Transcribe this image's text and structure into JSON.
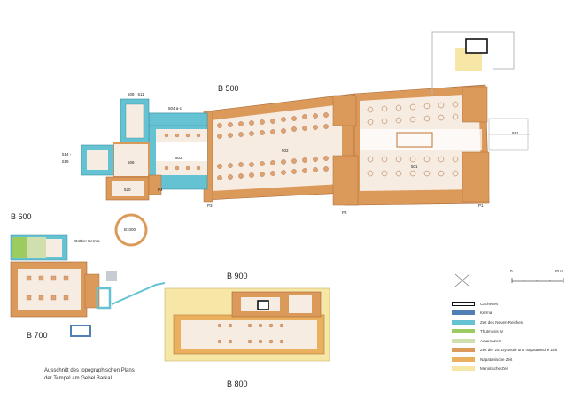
{
  "labels": {
    "b500": "B 500",
    "b600": "B 600",
    "b700": "B 700",
    "b800": "B 800",
    "b900": "B 900",
    "b1000": "B1000",
    "graeber": "Gräber Kerma",
    "r508": "508 - 511",
    "r504": "504 a-c",
    "r514": "514 -",
    "r519": "519",
    "r506": "506",
    "r503": "503",
    "r520": "520",
    "r502": "502",
    "r501": "501",
    "r551": "551",
    "p4": "P4",
    "p3": "P3",
    "p2": "P2",
    "p1": "P1"
  },
  "scale": {
    "zero": "0",
    "max": "20 m"
  },
  "legend": [
    {
      "label": "Cachettes",
      "color": "#ffffff",
      "border": "#111111"
    },
    {
      "label": "Kerma",
      "color": "#4f7fb5",
      "border": ""
    },
    {
      "label": "Zeit des Neuen Reiches",
      "color": "#64c2d2",
      "border": ""
    },
    {
      "label": "Thutmosis IV",
      "color": "#9ccb62",
      "border": ""
    },
    {
      "label": "Amarnazeit",
      "color": "#cfe0ae",
      "border": ""
    },
    {
      "label": "Zeit der 25. Dynastie und napatanische Zeit",
      "color": "#dc9a5a",
      "border": ""
    },
    {
      "label": "Napatanische Zeit",
      "color": "#eab05e",
      "border": ""
    },
    {
      "label": "Meroitische Zeit",
      "color": "#f6e7a6",
      "border": ""
    }
  ],
  "caption": {
    "line1": "Ausschnitt des topographischen Plans",
    "line2": "der Tempel am Gebel Barkal."
  },
  "colors": {
    "kerma": "#4f7fb5",
    "new_kingdom": "#64c2d2",
    "dyn25": "#dc9a5a",
    "napatan": "#eab05e",
    "meroitic": "#f6e7a6",
    "floor": "#f7ece2"
  }
}
